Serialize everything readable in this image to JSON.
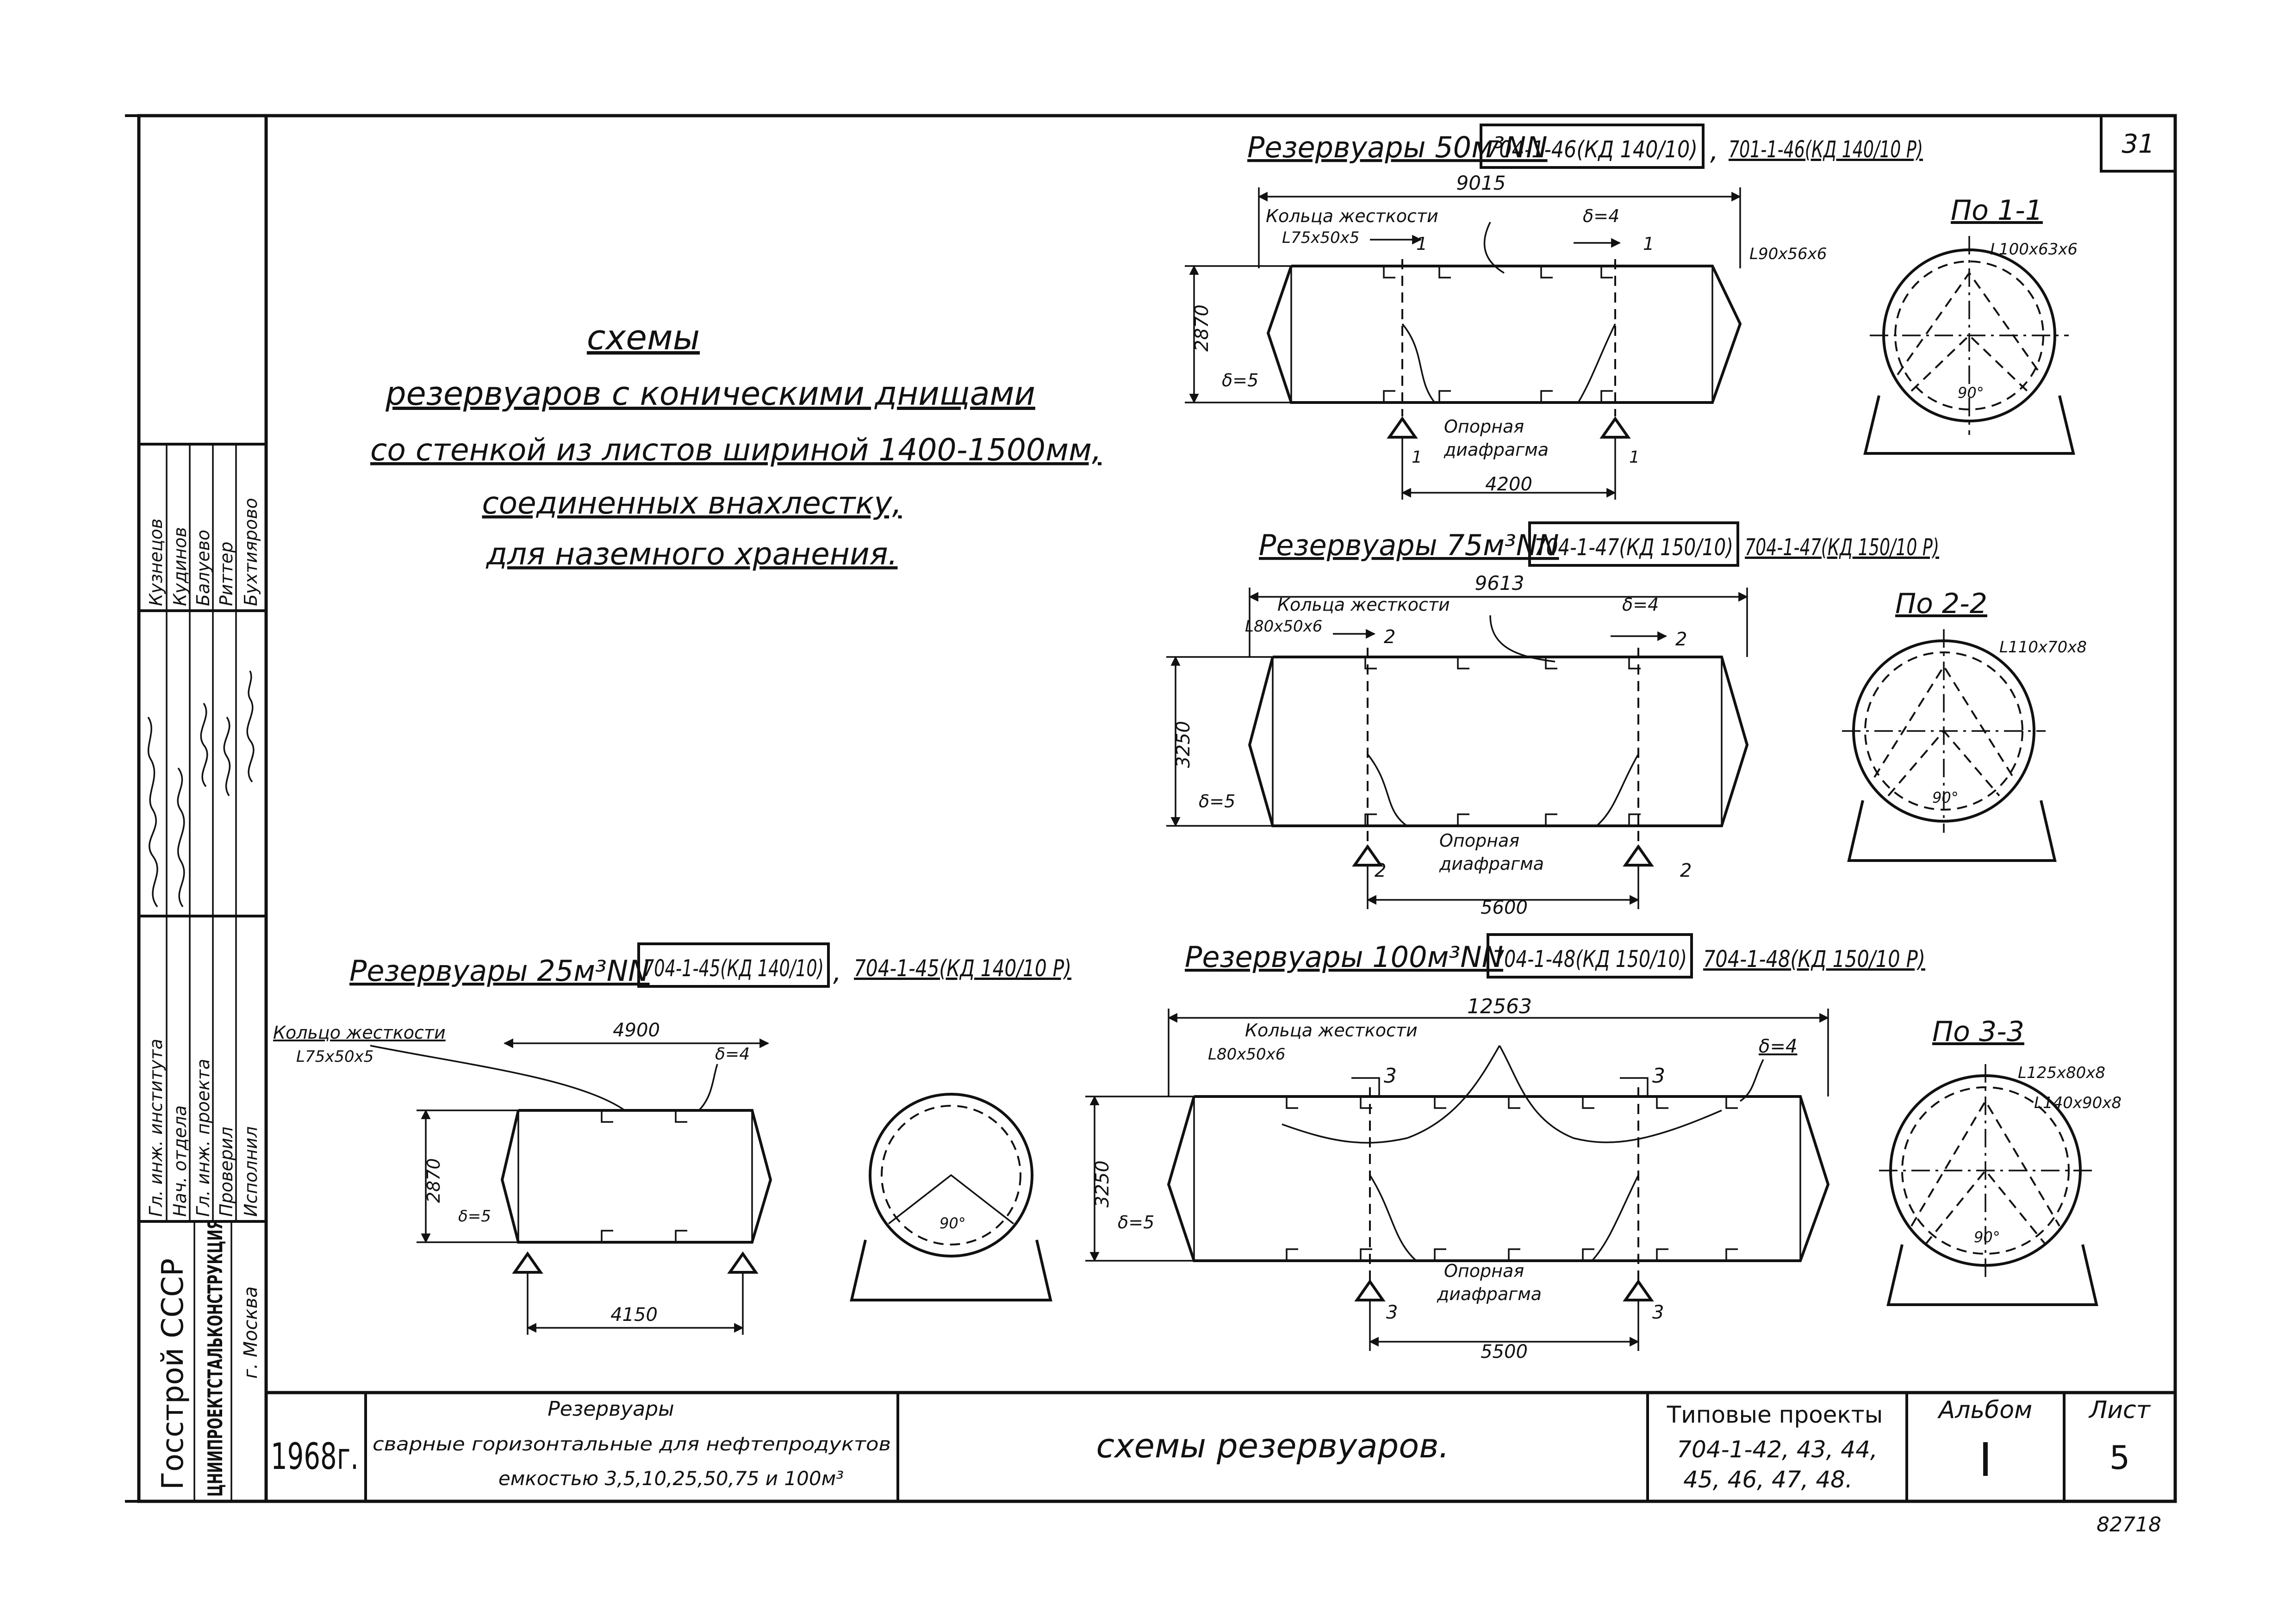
{
  "sheet_number_top": "31",
  "stamp_bottom": "82718",
  "main_title": {
    "line1": "схемы",
    "line2": "резервуаров с коническими днищами",
    "line3": "со стенкой из листов шириной 1400-1500мм,",
    "line4": "соединенных внахлестку,",
    "line5": "для наземного хранения."
  },
  "side_stamp": {
    "org_line1": "Госстрой СССР",
    "org_line2": "ЦНИИПРОЕКТСТАЛЬКОНСТРУКЦИЯ",
    "org_line3": "г. Москва",
    "roles": [
      "Гл. инж. института",
      "Нач. отдела",
      "Гл. инж. проекта",
      "Проверил",
      "Исполнил"
    ],
    "names": [
      "Кузнецов",
      "Кудинов",
      "Балуево",
      "Риттер",
      "Бухтиярово"
    ]
  },
  "title_block": {
    "year": "1968г.",
    "desc_title": "Резервуары",
    "desc_line2": "сварные горизонтальные для нефтепродуктов",
    "desc_line3": "емкостью 3,5,10,25,50,75 и 100м³",
    "drawing_name": "схемы резервуаров.",
    "projects_label": "Типовые проекты",
    "projects_line2": "704-1-42, 43, 44,",
    "projects_line3": "45, 46, 47, 48.",
    "album_label": "Альбом",
    "album_value": "I",
    "sheet_label": "Лист",
    "sheet_value": "5"
  },
  "tank50": {
    "heading": "Резервуары 50м³NN",
    "code1": "704-1-46(КД 140/10)",
    "sep": ",",
    "code2": "701-1-46(КД 140/10 Р)",
    "length": "9015",
    "height": "2870",
    "span": "4200",
    "ring_label": "Кольца жесткости",
    "ring_profile": "L75x50x5",
    "delta4": "δ=4",
    "delta5": "δ=5",
    "support_label1": "Опорная",
    "support_label2": "диафрагма",
    "cut": "1",
    "section_title": "По 1-1",
    "section_profile_a": "L90x56x6",
    "section_profile_b": "L100x63x6",
    "angle": "90°"
  },
  "tank75": {
    "heading": "Резервуары 75м³NN",
    "code1": "704-1-47(КД 150/10)",
    "code2": "704-1-47(КД 150/10 Р)",
    "length": "9613",
    "height": "3250",
    "span": "5600",
    "ring_label": "Кольца жесткости",
    "ring_profile": "L80x50x6",
    "delta4": "δ=4",
    "delta5": "δ=5",
    "support_label1": "Опорная",
    "support_label2": "диафрагма",
    "cut": "2",
    "section_title": "По 2-2",
    "section_profile": "L110x70x8",
    "angle": "90°"
  },
  "tank25": {
    "heading": "Резервуары 25м³NN",
    "code1": "704-1-45(КД 140/10)",
    "sep": ",",
    "code2": "704-1-45(КД 140/10 Р)",
    "length": "4900",
    "height": "2870",
    "span": "4150",
    "ring_label": "Кольцо жесткости",
    "ring_profile": "L75x50x5",
    "delta4": "δ=4",
    "delta5": "δ=5",
    "angle": "90°"
  },
  "tank100": {
    "heading": "Резервуары 100м³NN",
    "code1": "704-1-48(КД 150/10)",
    "code2": "704-1-48(КД 150/10 Р)",
    "length": "12563",
    "height": "3250",
    "span": "5500",
    "ring_label": "Кольца жесткости",
    "ring_profile": "L80x50x6",
    "delta4": "δ=4",
    "delta5": "δ=5",
    "support_label1": "Опорная",
    "support_label2": "диафрагма",
    "cut": "3",
    "section_title": "По 3-3",
    "section_profile_a": "L125x80x8",
    "section_profile_b": "L140x90x8",
    "angle": "90°"
  }
}
